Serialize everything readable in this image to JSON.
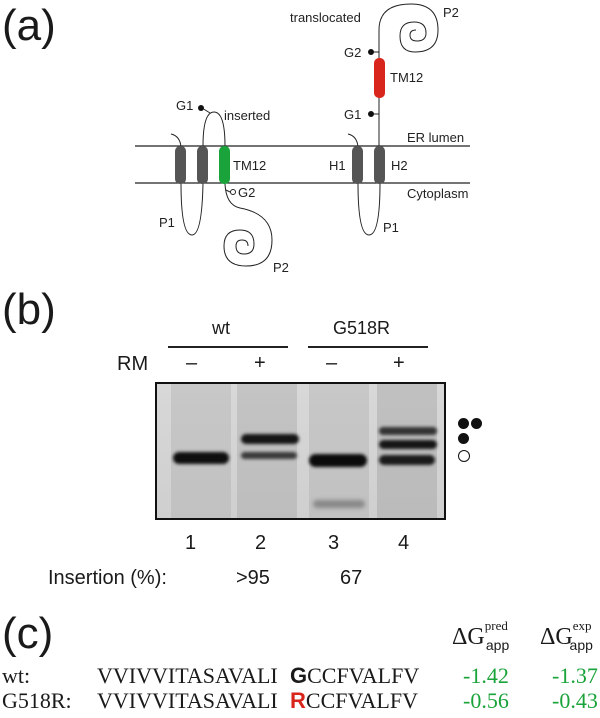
{
  "panel_a": {
    "label": "(a)",
    "left_topology": {
      "state_label": "inserted",
      "g1_label": "G1",
      "g2_label": "G2",
      "tm_label": "TM12",
      "p1_label": "P1",
      "p2_label": "P2",
      "tm_color": "#1aa33a"
    },
    "right_topology": {
      "state_label": "translocated",
      "g1_label": "G1",
      "g2_label": "G2",
      "tm_label": "TM12",
      "h1_label": "H1",
      "h2_label": "H2",
      "p1_label": "P1",
      "p2_label": "P2",
      "tm_color": "#d9261c"
    },
    "membrane": {
      "top_label": "ER lumen",
      "bottom_label": "Cytoplasm"
    },
    "helix_color": "#555555"
  },
  "panel_b": {
    "label": "(b)",
    "groups": [
      {
        "name": "wt"
      },
      {
        "name": "G518R"
      }
    ],
    "rm_label": "RM",
    "rm_signs": [
      "–",
      "+",
      "–",
      "+"
    ],
    "lane_numbers": [
      "1",
      "2",
      "3",
      "4"
    ],
    "insertion_label": "Insertion (%):",
    "insertion_values": [
      ">95",
      "67"
    ],
    "band_markers": [
      "doubly-glycosylated",
      "singly-glycosylated",
      "unglycosylated"
    ]
  },
  "panel_c": {
    "label": "(c)",
    "dg_symbol": "ΔG",
    "dg_pred_sup": "pred",
    "dg_exp_sup": "exp",
    "dg_sub": "app",
    "rows": [
      {
        "name": "wt:",
        "seq_prefix": "VVIVVITASAVALI",
        "mut_residue": "G",
        "mut_color": "#1a1a1a",
        "seq_suffix": "CCFVALFV",
        "dg_pred": "-1.42",
        "dg_exp": "-1.37"
      },
      {
        "name": "G518R:",
        "seq_prefix": "VVIVVITASAVALI",
        "mut_residue": "R",
        "mut_color": "#d9261c",
        "seq_suffix": "CCFVALFV",
        "dg_pred": "-0.56",
        "dg_exp": "-0.43"
      }
    ],
    "value_color": "#1aa33a"
  }
}
